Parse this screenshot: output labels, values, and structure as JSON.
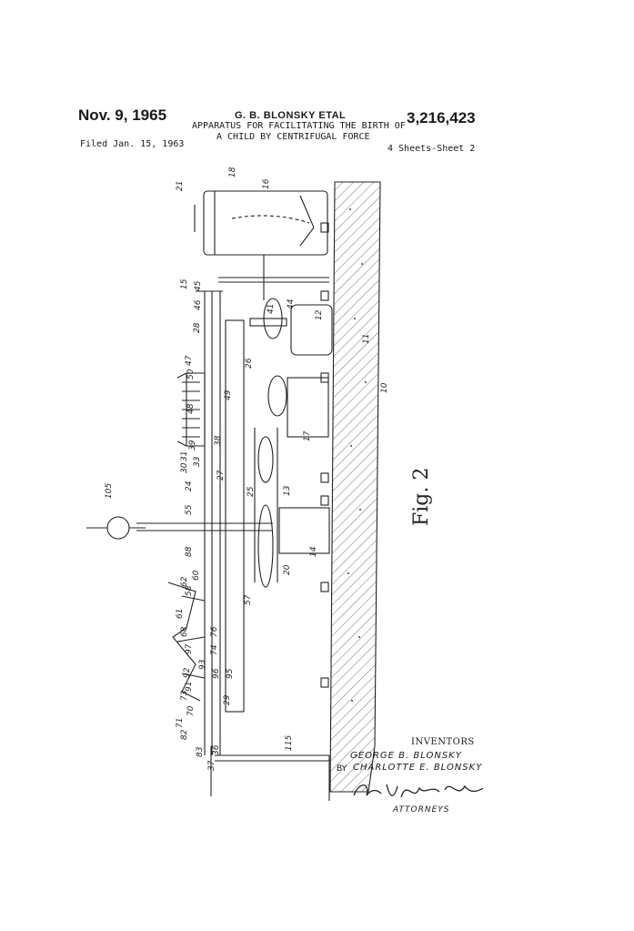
{
  "header": {
    "date": "Nov. 9, 1965",
    "inventor": "G. B. BLONSKY ETAL",
    "patent_number": "3,216,423",
    "title_line1": "APPARATUS FOR FACILITATING THE BIRTH OF",
    "title_line2": "A CHILD BY CENTRIFUGAL FORCE",
    "filed": "Filed Jan. 15, 1963",
    "sheets": "4 Sheets-Sheet 2"
  },
  "figure": {
    "label": "Fig. 2",
    "reference_numerals": [
      "10",
      "11",
      "12",
      "13",
      "14",
      "15",
      "16",
      "17",
      "18",
      "20",
      "21",
      "24",
      "25",
      "26",
      "27",
      "28",
      "29",
      "30",
      "31",
      "33",
      "36",
      "37",
      "38",
      "39",
      "41",
      "44",
      "45",
      "46",
      "47",
      "48",
      "49",
      "50",
      "55",
      "57",
      "58",
      "60",
      "61",
      "62",
      "68",
      "70",
      "71",
      "73",
      "74",
      "76",
      "82",
      "83",
      "88",
      "91",
      "92",
      "93",
      "95",
      "96",
      "97",
      "105",
      "115"
    ]
  },
  "signature": {
    "inventors_heading": "INVENTORS",
    "inventor1": "GEORGE B. BLONSKY",
    "by": "BY",
    "inventor2": "CHARLOTTE E. BLONSKY",
    "attorney_signature": "Corey, Hart & Temple",
    "attorneys_label": "ATTORNEYS"
  }
}
